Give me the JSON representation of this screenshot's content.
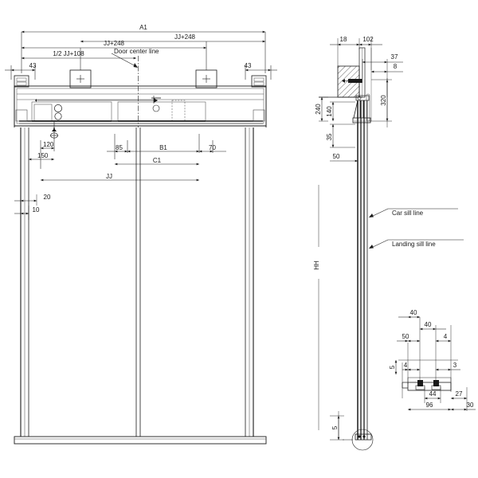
{
  "drawing": {
    "title": "Elevator door assembly – front elevation and vertical section",
    "background": "#ffffff",
    "line_color": "#1a1a1a",
    "thin_line_color": "#4d4d4d",
    "hatch_color": "#1a1a1a"
  },
  "front_elevation": {
    "overall_dims": [
      {
        "id": "A1",
        "label": "A1"
      },
      {
        "id": "JJ248_outer",
        "label": "JJ+248"
      },
      {
        "id": "JJ248_inner",
        "label": "JJ+248"
      },
      {
        "id": "halfJJ108",
        "label": "1/2 JJ+108"
      }
    ],
    "bracket_dims": [
      {
        "id": "left43",
        "label": "43"
      },
      {
        "id": "right43",
        "label": "43"
      }
    ],
    "annotations": [
      {
        "id": "door_center_line",
        "label": "Door center line"
      }
    ],
    "lower_dims": [
      {
        "id": "d120",
        "label": "120"
      },
      {
        "id": "d150",
        "label": "150"
      },
      {
        "id": "d85",
        "label": "85"
      },
      {
        "id": "B1",
        "label": "B1"
      },
      {
        "id": "d70",
        "label": "70"
      },
      {
        "id": "C1",
        "label": "C1"
      },
      {
        "id": "JJ",
        "label": "JJ"
      },
      {
        "id": "d20",
        "label": "20"
      },
      {
        "id": "d10",
        "label": "10"
      }
    ]
  },
  "vertical_section": {
    "top_dims": [
      {
        "id": "v18",
        "label": "18"
      },
      {
        "id": "v102",
        "label": "102"
      },
      {
        "id": "v37",
        "label": "37"
      },
      {
        "id": "v8",
        "label": "8"
      }
    ],
    "side_dims": [
      {
        "id": "v240",
        "label": "240"
      },
      {
        "id": "v140",
        "label": "140"
      },
      {
        "id": "v320",
        "label": "320"
      },
      {
        "id": "v35",
        "label": "35"
      },
      {
        "id": "v50",
        "label": "50"
      },
      {
        "id": "vHH",
        "label": "HH"
      },
      {
        "id": "v5",
        "label": "5"
      }
    ],
    "leaders": [
      {
        "id": "car_sill_line",
        "label": "Car sill line"
      },
      {
        "id": "landing_sill_line",
        "label": "Landing sill line"
      }
    ]
  },
  "sill_detail": {
    "dims": [
      {
        "id": "s40a",
        "label": "40"
      },
      {
        "id": "s40b",
        "label": "40"
      },
      {
        "id": "s50",
        "label": "50"
      },
      {
        "id": "s4a",
        "label": "4"
      },
      {
        "id": "s5",
        "label": "5"
      },
      {
        "id": "s4b",
        "label": "4"
      },
      {
        "id": "s3",
        "label": "3"
      },
      {
        "id": "s44",
        "label": "44"
      },
      {
        "id": "s27",
        "label": "27"
      },
      {
        "id": "s96",
        "label": "96"
      },
      {
        "id": "s30",
        "label": "30"
      }
    ]
  }
}
